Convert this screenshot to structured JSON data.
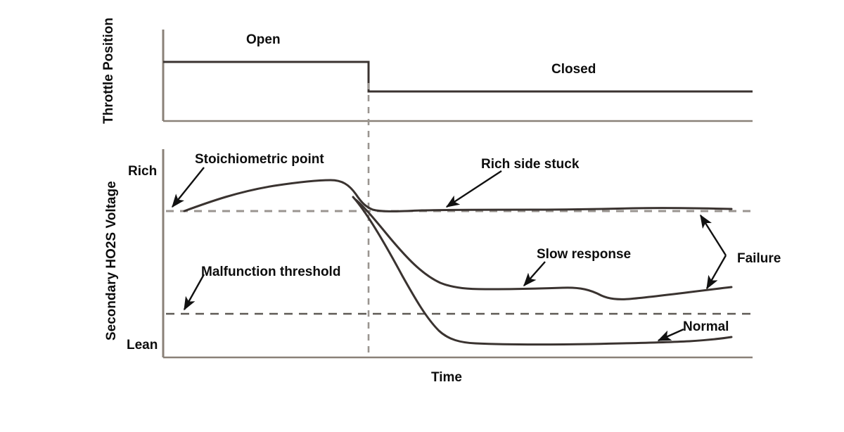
{
  "figure": {
    "title_text": "",
    "colors": {
      "curve": "#3a3330",
      "axis": "#8a8178",
      "dash": "#9a9590",
      "text": "#0d0d0d",
      "arrow": "#111111",
      "background": "#ffffff"
    }
  },
  "panels": {
    "throttle": {
      "y_axis_label": "Throttle Position",
      "state_open": "Open",
      "state_closed": "Closed"
    },
    "ho2s": {
      "y_axis_label": "Secondary HO2S Voltage",
      "y_tick_high": "Rich",
      "y_tick_low": "Lean",
      "x_axis_label": "Time"
    }
  },
  "annotations": {
    "stoichiometric_point": "Stoichiometric point",
    "malfunction_threshold": "Malfunction threshold",
    "rich_side_stuck": "Rich side stuck",
    "slow_response": "Slow response",
    "normal": "Normal",
    "failure": "Failure"
  },
  "chart_data": {
    "type": "line",
    "title": "",
    "xlabel": "Time",
    "ylabel": "Secondary HO2S Voltage",
    "xlim": [
      0,
      100
    ],
    "ylim": [
      0,
      100
    ],
    "grid": false,
    "legend": "annotations-inline",
    "ytick_labels": [
      "Lean",
      "Rich"
    ],
    "reference_lines": [
      {
        "name": "Stoichiometric point",
        "orientation": "horizontal",
        "value": 67,
        "style": "dashed"
      },
      {
        "name": "Malfunction threshold",
        "orientation": "horizontal",
        "value": 21,
        "style": "dashed"
      },
      {
        "name": "Throttle close event",
        "orientation": "vertical",
        "value": 35.5,
        "style": "dashed"
      }
    ],
    "panels": [
      {
        "name": "Throttle Position",
        "type": "step",
        "ylabel": "Throttle Position",
        "states": [
          {
            "label": "Open",
            "x_start": 0,
            "x_end": 35.5,
            "level": 100
          },
          {
            "label": "Closed",
            "x_start": 35.5,
            "x_end": 100,
            "level": 50
          }
        ]
      },
      {
        "name": "Secondary HO2S Voltage",
        "type": "line",
        "series": [
          {
            "name": "Rich side stuck",
            "annotation": "Rich side stuck",
            "x": [
              0,
              8,
              18,
              28,
              34,
              40,
              48,
              58,
              70,
              82,
              92,
              100
            ],
            "y": [
              67,
              73,
              80,
              85,
              83,
              73,
              68,
              67,
              67,
              68,
              67,
              67
            ]
          },
          {
            "name": "Slow response",
            "annotation": "Slow response",
            "x": [
              35.5,
              42,
              50,
              56,
              62,
              70,
              76,
              80,
              86,
              92,
              100
            ],
            "y": [
              67,
              57,
              46,
              40,
              38,
              38,
              38,
              34,
              33,
              35,
              38
            ]
          },
          {
            "name": "Normal",
            "annotation": "Normal",
            "x": [
              35.5,
              40,
              45,
              50,
              55,
              62,
              75,
              88,
              95,
              100
            ],
            "y": [
              67,
              50,
              30,
              16,
              11,
              10,
              10,
              10,
              11,
              13
            ]
          }
        ],
        "failure_bracket": {
          "label": "Failure",
          "points_to": [
            "Rich side stuck",
            "Slow response"
          ]
        }
      }
    ]
  }
}
